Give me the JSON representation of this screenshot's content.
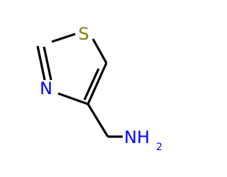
{
  "molecule": {
    "atoms": {
      "sulfur": {
        "symbol": "S",
        "color": "#7f7f00"
      },
      "nitrogen_ring": {
        "symbol": "N",
        "color": "#0000ff"
      },
      "nitrogen_amine": {
        "symbol": "NH",
        "subscript": "2",
        "color": "#0000ff"
      }
    },
    "bond_color": "#000000"
  }
}
